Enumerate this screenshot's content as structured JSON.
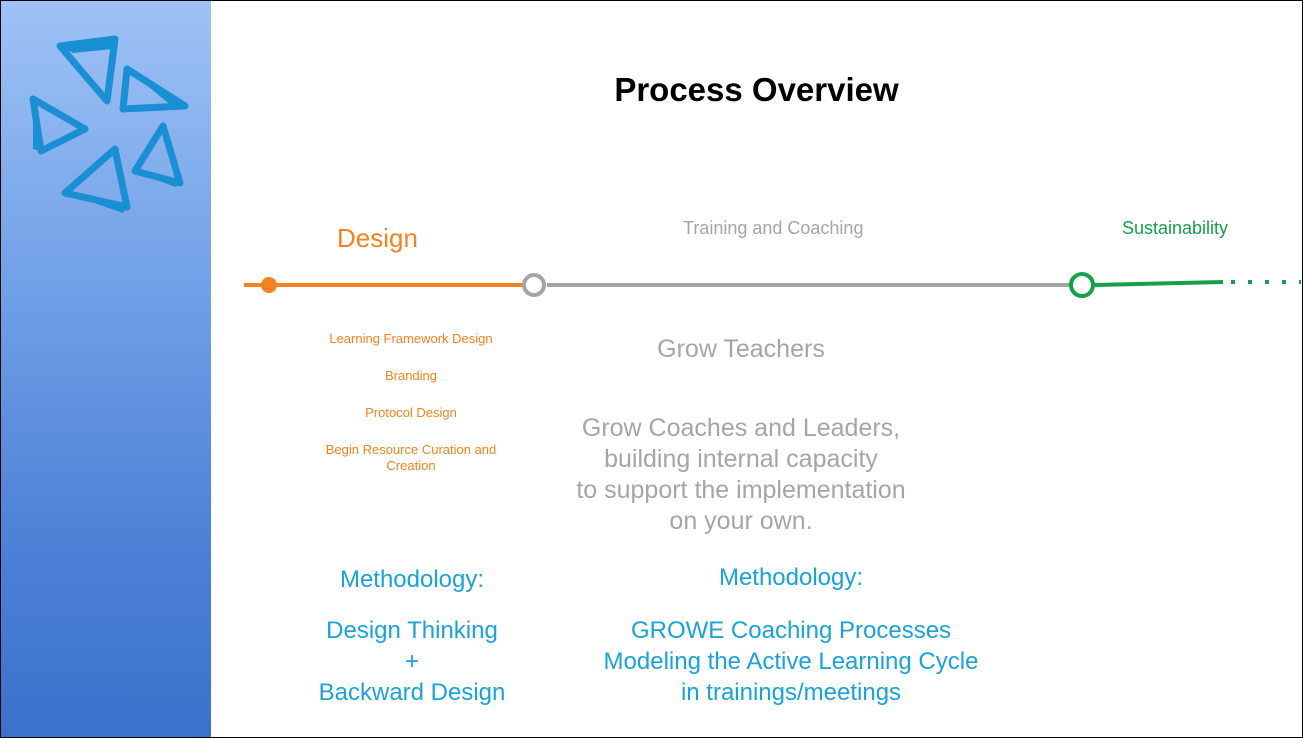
{
  "title": "Process Overview",
  "colors": {
    "design": "#f5821f",
    "training": "#a5a5a5",
    "sustainability": "#16a04a",
    "methodology": "#1aa3d8",
    "logo": "#1b8fd3"
  },
  "phases": {
    "design": "Design",
    "training": "Training and Coaching",
    "sustainability": "Sustainability"
  },
  "design_items": [
    "Learning Framework Design",
    "Branding",
    "Protocol Design",
    "Begin Resource Curation and Creation"
  ],
  "training": {
    "grow_teachers": "Grow Teachers",
    "grow_coaches": [
      "Grow Coaches and Leaders,",
      "building internal capacity",
      "to support the implementation",
      "on your own."
    ]
  },
  "methodology_design": {
    "heading": "Methodology:",
    "lines": [
      "Design Thinking",
      "+",
      "Backward Design"
    ]
  },
  "methodology_training": {
    "heading": "Methodology:",
    "lines": [
      "GROWE Coaching Processes",
      "Modeling the Active Learning Cycle",
      "in trainings/meetings"
    ]
  }
}
